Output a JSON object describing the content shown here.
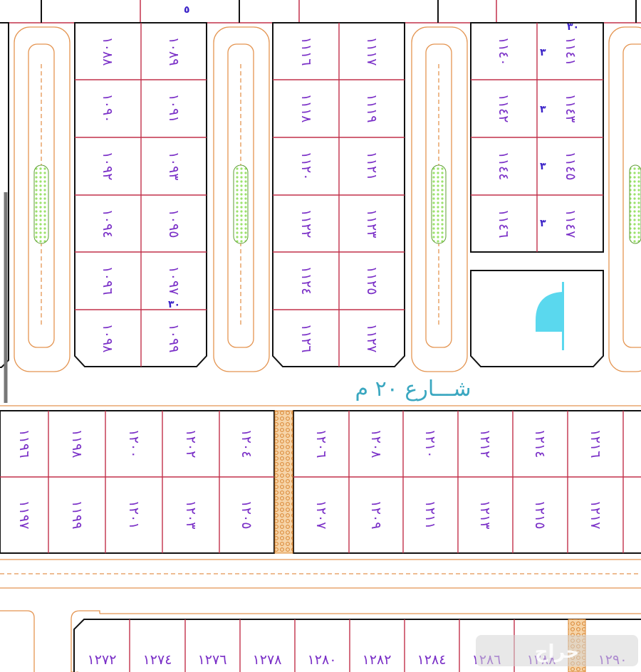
{
  "plots": {
    "col1": [
      "١٠٨٨",
      "١٠٩٠",
      "١٠٩٢",
      "١٠٩٤",
      "١٠٩٦",
      "١٠٩٨"
    ],
    "col2": [
      "١٠٨٩",
      "١٠٩١",
      "١٠٩٣",
      "١٠٩٥",
      "١٠٩٧",
      "١٠٩٩"
    ],
    "col3": [
      "١١١٦",
      "١١١٨",
      "١١٢٠",
      "١١٢٢",
      "١١٢٤",
      "١١٢٦"
    ],
    "col4": [
      "١١١٧",
      "١١١٩",
      "١١٢١",
      "١١٢٣",
      "١١٢٥",
      "١١٢٧"
    ],
    "col5": [
      "١١٤٠",
      "١١٤٢",
      "١١٤٤",
      "١١٤٦"
    ],
    "col6": [
      "١١٤١",
      "١١٤٣",
      "١١٤٥",
      "١١٤٧"
    ],
    "row_mid_top": [
      "١١٩٦",
      "١١٩٨",
      "١٢٠٠",
      "١٢٠٢",
      "١٢٠٤",
      "١٢٠٦",
      "١٢٠٨",
      "١٢١٠",
      "١٢١٢",
      "١٢١٤",
      "١٢١٦"
    ],
    "row_mid_bottom": [
      "١١٩٧",
      "١١٩٩",
      "١٢٠١",
      "١٢٠٣",
      "١٢٠٥",
      "١٢٠٧",
      "١٢٠٩",
      "١٢١١",
      "١٢١٣",
      "١٢١٥",
      "١٢١٧"
    ],
    "row_bottom": [
      "١٢٧٢",
      "١٢٧٤",
      "١٢٧٦",
      "١٢٧٨",
      "١٢٨٠",
      "١٢٨٢",
      "١٢٨٤",
      "١٢٨٦",
      "١٢٨٨",
      "١٢٩٠"
    ]
  },
  "street_label": "شـــارع ٢٠ م",
  "small_labels": [
    "٣",
    "٣",
    "٣",
    "٣",
    "٣٠",
    "٣٠",
    "٥"
  ],
  "watermark": "حراج",
  "colors": {
    "block_border": "#111111",
    "plot_line": "#c2304a",
    "road_edge": "#e49450",
    "plot_number": "#7a2fc7",
    "street_label": "#3aa7c0",
    "mosque": "#5ad8ee",
    "park": "#9be36a",
    "walkway": "#e8a55c"
  }
}
